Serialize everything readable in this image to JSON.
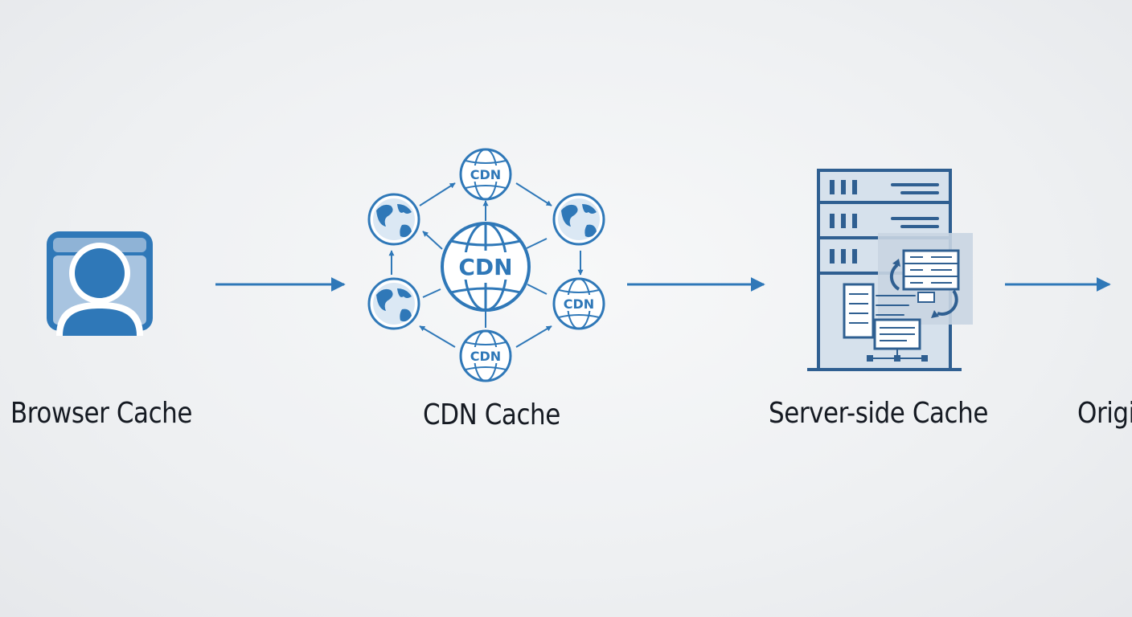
{
  "nodes": [
    {
      "id": "browser",
      "label": "Browser Cache",
      "icon": "user-monitor-icon"
    },
    {
      "id": "cdn",
      "label": "CDN Cache",
      "icon": "cdn-network-icon"
    },
    {
      "id": "server",
      "label": "Server-side Cache",
      "icon": "server-rack-icon"
    },
    {
      "id": "origin",
      "label": "Origi",
      "icon": ""
    }
  ],
  "cdn_network": {
    "center_label": "CDN",
    "node_labels": [
      "CDN",
      "CDN",
      "CDN"
    ]
  },
  "colors": {
    "primary": "#2f78b8",
    "dark": "#285f95",
    "light": "#c9d8e8",
    "text": "#151a22"
  }
}
